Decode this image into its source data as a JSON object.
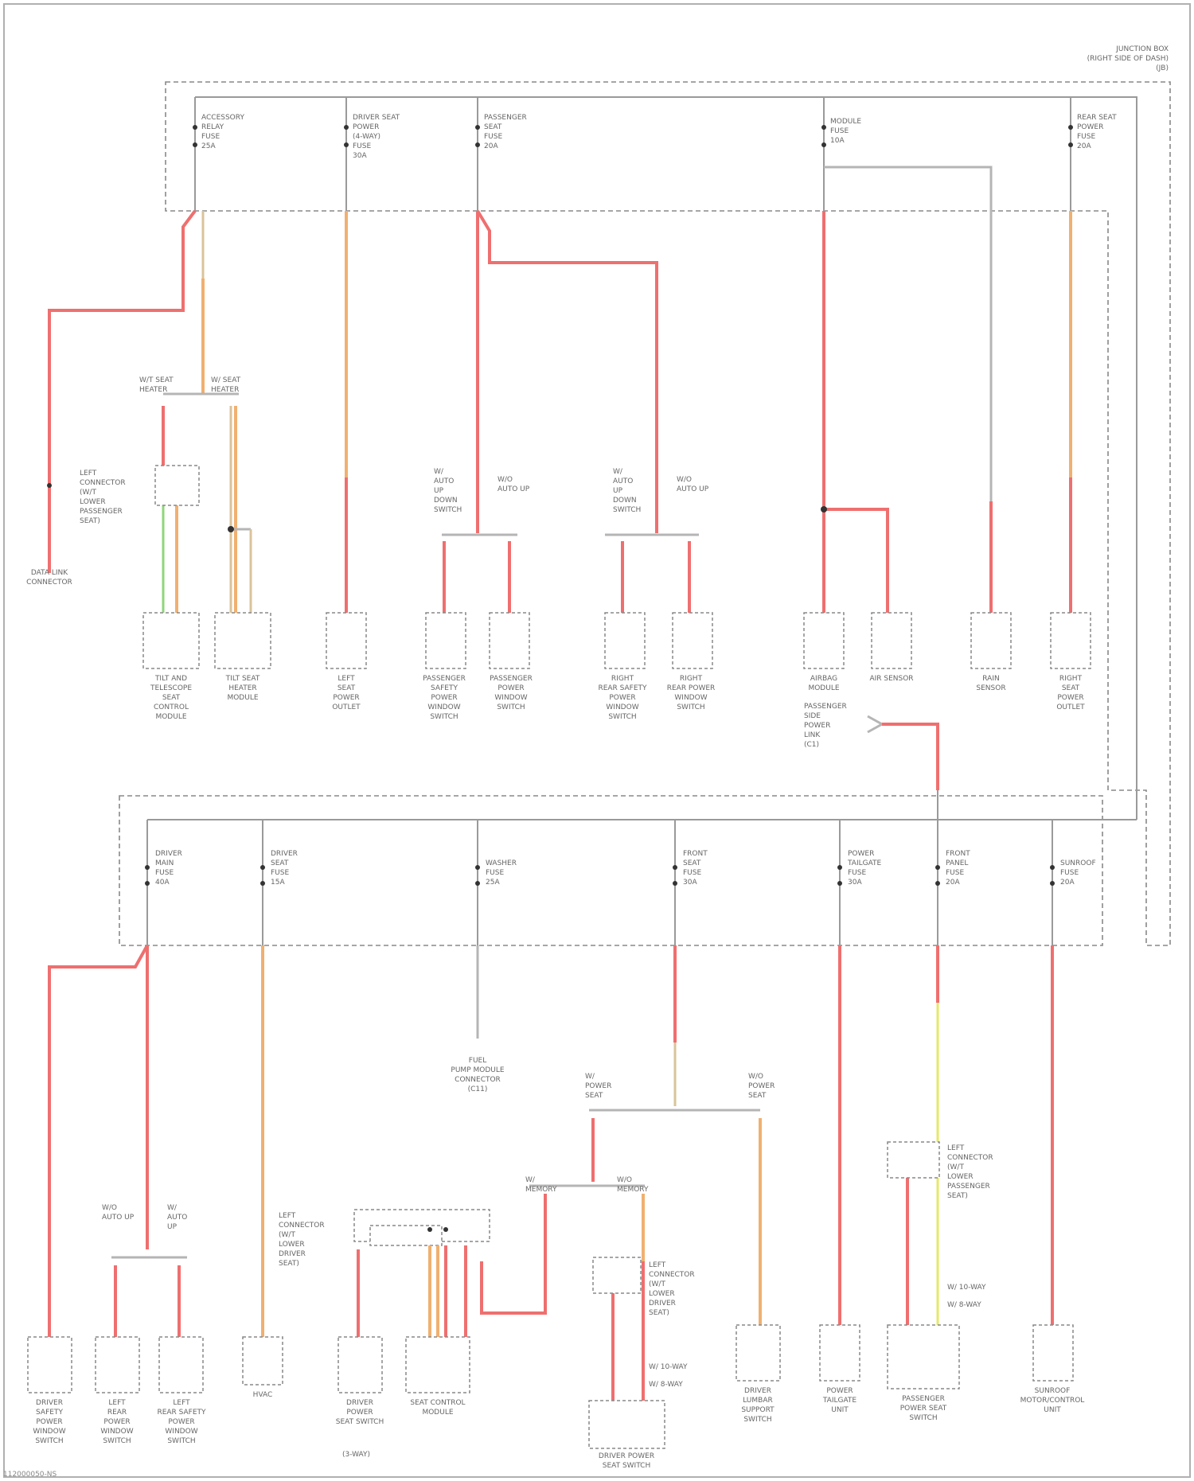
{
  "header": {
    "lines": [
      "JUNCTION BOX",
      "(RIGHT SIDE OF DASH)",
      "(JB)"
    ]
  },
  "fuses_upper": [
    {
      "name": "ACCESSORY RELAY FUSE 25A",
      "lines": [
        "ACCESSORY",
        "RELAY",
        "FUSE",
        "25A"
      ]
    },
    {
      "name": "DRIVER SEAT POWER 30A",
      "lines": [
        "DRIVER SEAT",
        "POWER",
        "(4-WAY)",
        "FUSE",
        "30A"
      ]
    },
    {
      "name": "PASSENGER SEAT FUSE 20A",
      "lines": [
        "PASSENGER",
        "SEAT",
        "FUSE",
        "20A"
      ]
    },
    {
      "name": "MODULE FUSE 10A",
      "lines": [
        "MODULE",
        "FUSE",
        "10A"
      ]
    },
    {
      "name": "REAR SEAT POWER FUSE 20A",
      "lines": [
        "REAR SEAT",
        "POWER",
        "FUSE",
        "20A"
      ]
    }
  ],
  "fuses_lower": [
    {
      "name": "DRIVER MAIN FUSE 40A",
      "lines": [
        "DRIVER",
        "MAIN",
        "FUSE",
        "40A"
      ]
    },
    {
      "name": "DRIVER SEAT FUSE 15A",
      "lines": [
        "DRIVER",
        "SEAT",
        "FUSE",
        "15A"
      ]
    },
    {
      "name": "WASHER FUSE 25A",
      "lines": [
        "WASHER",
        "FUSE",
        "25A"
      ]
    },
    {
      "name": "FRONT SEAT FUSE 30A",
      "lines": [
        "FRONT",
        "SEAT",
        "FUSE",
        "30A"
      ]
    },
    {
      "name": "POWER TAILGATE FUSE 30A",
      "lines": [
        "POWER",
        "TAILGATE",
        "FUSE",
        "30A"
      ]
    },
    {
      "name": "FRONT PANEL FUSE 20A",
      "lines": [
        "FRONT",
        "PANEL",
        "FUSE",
        "20A"
      ]
    },
    {
      "name": "SUNROOF FUSE 20A",
      "lines": [
        "SUNROOF",
        "FUSE",
        "20A"
      ]
    }
  ],
  "splices": {
    "s1": [
      "W/T SEAT",
      "HEATER"
    ],
    "s2": [
      "W/ SEAT",
      "HEATER"
    ],
    "s3": [
      "W/",
      "AUTO",
      "UP",
      "DOWN",
      "SWITCH"
    ],
    "s4": [
      "W/O",
      "AUTO UP"
    ],
    "s5": [
      "W/",
      "AUTO",
      "UP",
      "DOWN",
      "SWITCH"
    ],
    "s6": [
      "W/O",
      "AUTO UP"
    ],
    "s7": [
      "W/O",
      "AUTO UP"
    ],
    "s8": [
      "W/",
      "AUTO",
      "UP"
    ],
    "s9": [
      "W/",
      "POWER",
      "SEAT"
    ],
    "s10": [
      "W/O",
      "POWER",
      "SEAT"
    ],
    "s11": [
      "W/",
      "MEMORY"
    ],
    "s12": [
      "W/O",
      "MEMORY"
    ]
  },
  "connectors": {
    "c1": [
      "LEFT",
      "CONNECTOR",
      "(W/T",
      "LOWER",
      "PASSENGER",
      "SEAT)"
    ],
    "c2": [
      "LEFT",
      "CONNECTOR",
      "(W/T",
      "LOWER",
      "DRIVER",
      "SEAT)"
    ],
    "c3": [
      "LEFT",
      "CONNECTOR",
      "(W/T",
      "LOWER",
      "DRIVER",
      "SEAT)"
    ],
    "c4": [
      "LEFT",
      "CONNECTOR",
      "(W/T",
      "LOWER",
      "PASSENGER",
      "SEAT)"
    ]
  },
  "ground_label": [
    "DATA LINK",
    "CONNECTOR"
  ],
  "fuse_block_note": [
    "PASSENGER",
    "SIDE",
    "POWER",
    "LINK",
    "(C1)"
  ],
  "fuel_pump_note": [
    "FUEL",
    "PUMP MODULE",
    "CONNECTOR",
    "(C11)"
  ],
  "components_upper": [
    {
      "id": "u1",
      "lines": [
        "TILT AND",
        "TELESCOPE",
        "SEAT",
        "CONTROL",
        "MODULE"
      ]
    },
    {
      "id": "u2",
      "lines": [
        "TILT SEAT",
        "HEATER",
        "MODULE"
      ]
    },
    {
      "id": "u3",
      "lines": [
        "LEFT",
        "SEAT",
        "POWER",
        "OUTLET"
      ]
    },
    {
      "id": "u4",
      "lines": [
        "PASSENGER",
        "SAFETY",
        "POWER",
        "WINDOW",
        "SWITCH"
      ]
    },
    {
      "id": "u5",
      "lines": [
        "PASSENGER",
        "POWER",
        "WINDOW",
        "SWITCH"
      ]
    },
    {
      "id": "u6",
      "lines": [
        "RIGHT",
        "REAR SAFETY",
        "POWER",
        "WINDOW",
        "SWITCH"
      ]
    },
    {
      "id": "u7",
      "lines": [
        "RIGHT",
        "REAR POWER",
        "WINDOW",
        "SWITCH"
      ]
    },
    {
      "id": "u8",
      "lines": [
        "AIRBAG",
        "MODULE"
      ]
    },
    {
      "id": "u9",
      "lines": [
        "AIR SENSOR"
      ]
    },
    {
      "id": "u10",
      "lines": [
        "RAIN",
        "SENSOR"
      ]
    },
    {
      "id": "u11",
      "lines": [
        "RIGHT",
        "SEAT",
        "POWER",
        "OUTLET"
      ]
    }
  ],
  "components_lower": [
    {
      "id": "l1",
      "lines": [
        "DRIVER",
        "SAFETY",
        "POWER",
        "WINDOW",
        "SWITCH"
      ]
    },
    {
      "id": "l2",
      "lines": [
        "LEFT",
        "REAR",
        "POWER",
        "WINDOW",
        "SWITCH"
      ]
    },
    {
      "id": "l3",
      "lines": [
        "LEFT",
        "REAR SAFETY",
        "POWER",
        "WINDOW",
        "SWITCH"
      ]
    },
    {
      "id": "l4",
      "lines": [
        "HVAC"
      ]
    },
    {
      "id": "l5",
      "lines": [
        "DRIVER",
        "POWER",
        "SEAT SWITCH"
      ]
    },
    {
      "id": "l6",
      "lines": [
        "SEAT CONTROL",
        "MODULE"
      ]
    },
    {
      "id": "l7",
      "lines": [
        "DRIVER POWER",
        "SEAT SWITCH"
      ]
    },
    {
      "id": "l8",
      "lines": [
        "DRIVER",
        "LUMBAR",
        "SUPPORT",
        "SWITCH"
      ]
    },
    {
      "id": "l9",
      "lines": [
        "POWER",
        "TAILGATE",
        "UNIT"
      ]
    },
    {
      "id": "l10",
      "lines": [
        "PASSENGER",
        "POWER SEAT",
        "SWITCH"
      ]
    },
    {
      "id": "l11",
      "lines": [
        "SUNROOF",
        "MOTOR/CONTROL",
        "UNIT"
      ]
    }
  ],
  "inline_notes": {
    "n1": "(3-WAY)",
    "n2a": "W/ 10-WAY",
    "n2b": "W/ 8-WAY",
    "n3a": "W/ 10-WAY",
    "n3b": "W/ 8-WAY"
  },
  "footer_code": "112000050-NS"
}
